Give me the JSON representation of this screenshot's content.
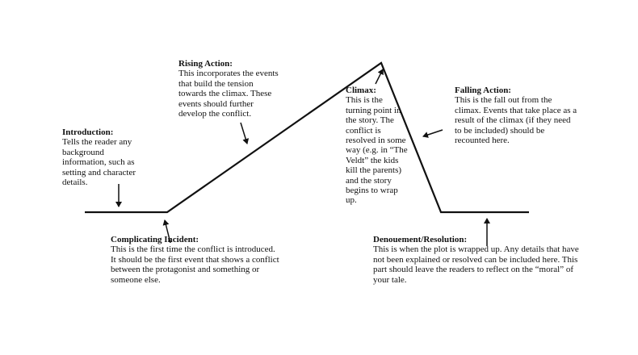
{
  "sections": {
    "introduction": {
      "heading": "Introduction:",
      "lines": [
        "Tells the reader any",
        "background",
        "information, such as",
        "setting and character",
        "details."
      ]
    },
    "rising_action": {
      "heading": "Rising Action:",
      "lines": [
        "This incorporates the events",
        "that build the tension",
        "towards the climax. These",
        "events should further",
        "develop the conflict."
      ]
    },
    "climax": {
      "heading": "Climax:",
      "lines": [
        "This is the",
        "turning point in",
        "the story. The",
        "conflict is",
        "resolved in some",
        "way (e.g. in “The",
        "Veldt” the kids",
        "kill the parents)",
        "and the story",
        "begins to wrap",
        "up."
      ]
    },
    "falling_action": {
      "heading": "Falling Action:",
      "lines": [
        "This is the fall out from the",
        "climax. Events that take place as a",
        "result of the climax (if they need",
        "to be included) should be",
        "recounted here."
      ]
    },
    "complicating_incident": {
      "heading": "Complicating Incident:",
      "lines": [
        "This is the first time the conflict is introduced.",
        "It should be the first event that shows a conflict",
        "between the protagonist and something or",
        "someone else."
      ]
    },
    "denouement": {
      "heading": "Denouement/Resolution:",
      "lines": [
        "This is when the plot is wrapped up. Any details that have",
        "not been explained or resolved can be included here. This",
        "part should leave the readers to reflect on the “moral” of",
        "your tale."
      ]
    }
  }
}
